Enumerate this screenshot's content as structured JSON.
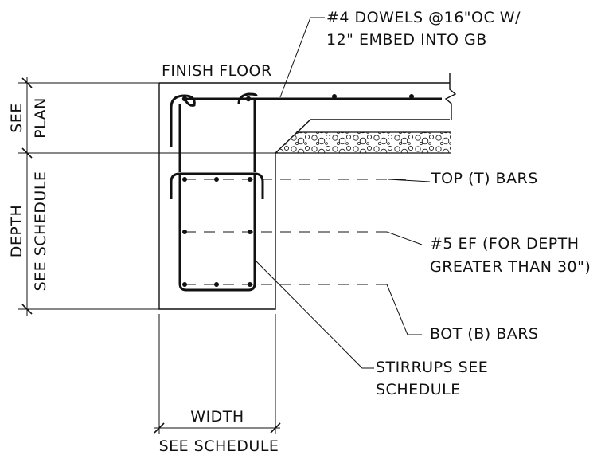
{
  "labels": {
    "dowels_line1": "#4 DOWELS @16\"OC W/",
    "dowels_line2": "12\" EMBED INTO GB",
    "finish_floor": "FINISH FLOOR",
    "see_plan_1": "SEE",
    "see_plan_2": "PLAN",
    "depth": "DEPTH",
    "depth_schedule": "SEE SCHEDULE",
    "top_bars": "TOP (T) BARS",
    "ef_line1": "#5 EF (FOR DEPTH",
    "ef_line2": "GREATER THAN 30\")",
    "bot_bars": "BOT (B) BARS",
    "stirrups_line1": "STIRRUPS SEE",
    "stirrups_line2": "SCHEDULE",
    "width": "WIDTH",
    "width_schedule": "SEE SCHEDULE"
  }
}
